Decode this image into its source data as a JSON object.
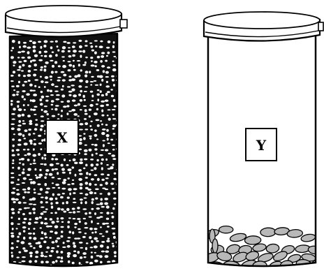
{
  "jars": [
    {
      "label": "X",
      "fill": "full"
    },
    {
      "label": "Y",
      "fill": "bottom-layer"
    }
  ],
  "colors": {
    "ink": "#000000",
    "paper": "#ffffff",
    "bean_shade": "#b8b8b8"
  }
}
